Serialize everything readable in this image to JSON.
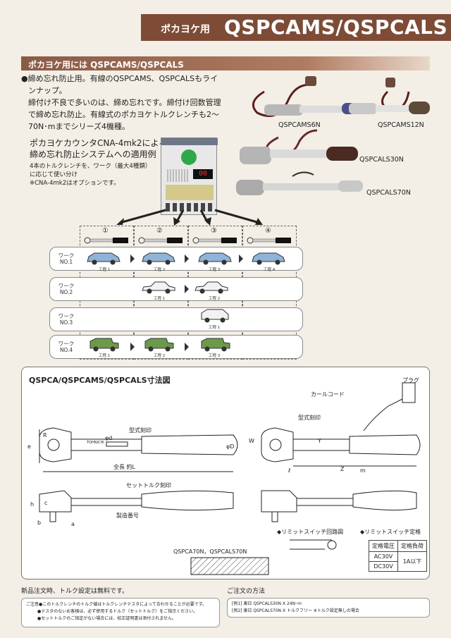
{
  "header": {
    "small": "ポカヨケ用",
    "big": "QSPCAMS/QSPCALS"
  },
  "section1": {
    "title": "ポカヨケ用には QSPCAMS/QSPCALS",
    "lines": [
      "●締め忘れ防止用。有線のQSPCAMS、QSPCALSもライ",
      "ンナップ。",
      "締付け不良で多いのは、締め忘れです。締付け回数管理",
      "で締め忘れ防止。有線式のポカヨケトルクレンチも2〜",
      "70N･mまでシリーズ4機種。"
    ]
  },
  "products": [
    "QSPCAMS6N",
    "QSPCAMS12N",
    "QSPCALS30N",
    "QSPCALS70N"
  ],
  "system": {
    "heading1": "ポカヨケカウンタCNA-4mk2による",
    "heading2": "締め忘れ防止システムへの適用例",
    "note1": "4本のトルクレンチを、ワーク（最大4種類）",
    "note2": "に応じて使い分け",
    "note3": "※CNA-4mk2はオプションです。",
    "counter_display": "00"
  },
  "diagram": {
    "cols": [
      "①",
      "②",
      "③",
      "④"
    ],
    "rows": [
      {
        "label": "ワーク NO.1",
        "steps": [
          "工程 1",
          "工程 2",
          "工程 3",
          "工程 4"
        ]
      },
      {
        "label": "ワーク NO.2",
        "steps": [
          "工程 1",
          "工程 2"
        ]
      },
      {
        "label": "ワーク NO.3",
        "steps": [
          "工程 1"
        ]
      },
      {
        "label": "ワーク NO.4",
        "steps": [
          "工程 1",
          "工程 2",
          "工程 3"
        ]
      }
    ]
  },
  "dimensions": {
    "title": "QSPCA/QSPCAMS/QSPCALS寸法図",
    "labels": {
      "plug": "プラグ",
      "curl": "カールコード",
      "model_stamp": "型式刻印",
      "model_stamp2": "型式刻印",
      "set_torque": "セットトルク刻印",
      "serial": "製造番号",
      "length": "全長 約L",
      "R": "R",
      "e": "e",
      "phi_d": "φd",
      "phi_D": "φD",
      "W": "W",
      "Y": "Y",
      "l": "ℓ",
      "m": "m",
      "Z": "Z",
      "h": "h",
      "c": "c",
      "b": "b",
      "a": "a",
      "tohnichi": "TOHNICHI"
    },
    "sub_model": "QSPCA70N，QSPCALS70N",
    "circuit": "◆リミットスイッチ回路図",
    "limit": "◆リミットスイッチ定格",
    "table": {
      "headers": [
        "定格電圧",
        "定格負荷"
      ],
      "rows": [
        [
          "AC30V",
          "1A以下"
        ],
        [
          "DC30V",
          ""
        ]
      ]
    }
  },
  "footer": {
    "left_title": "新品注文時、トルク設定は無料です。",
    "left_lines": [
      "ご注意●このトルクレンチのトルク値はトルクレンチテスタによって合わせることが必要です。",
      "●テスタのないお客様は、必ず使用するトルク（セットトルク）をご指示ください。",
      "●セットトルクのご指定がない場合には、校正証明書は添付されません。"
    ],
    "right_title": "ご注文の方法",
    "right_lines": [
      "[例1] 東日 QSPCALS30N X 24N･m",
      "[例2] 東日 QSPCALS70N X トルクフリー ※トルク設定無しの場合"
    ]
  },
  "colors": {
    "brand": "#7d4b36",
    "accent": "#b07c61"
  }
}
